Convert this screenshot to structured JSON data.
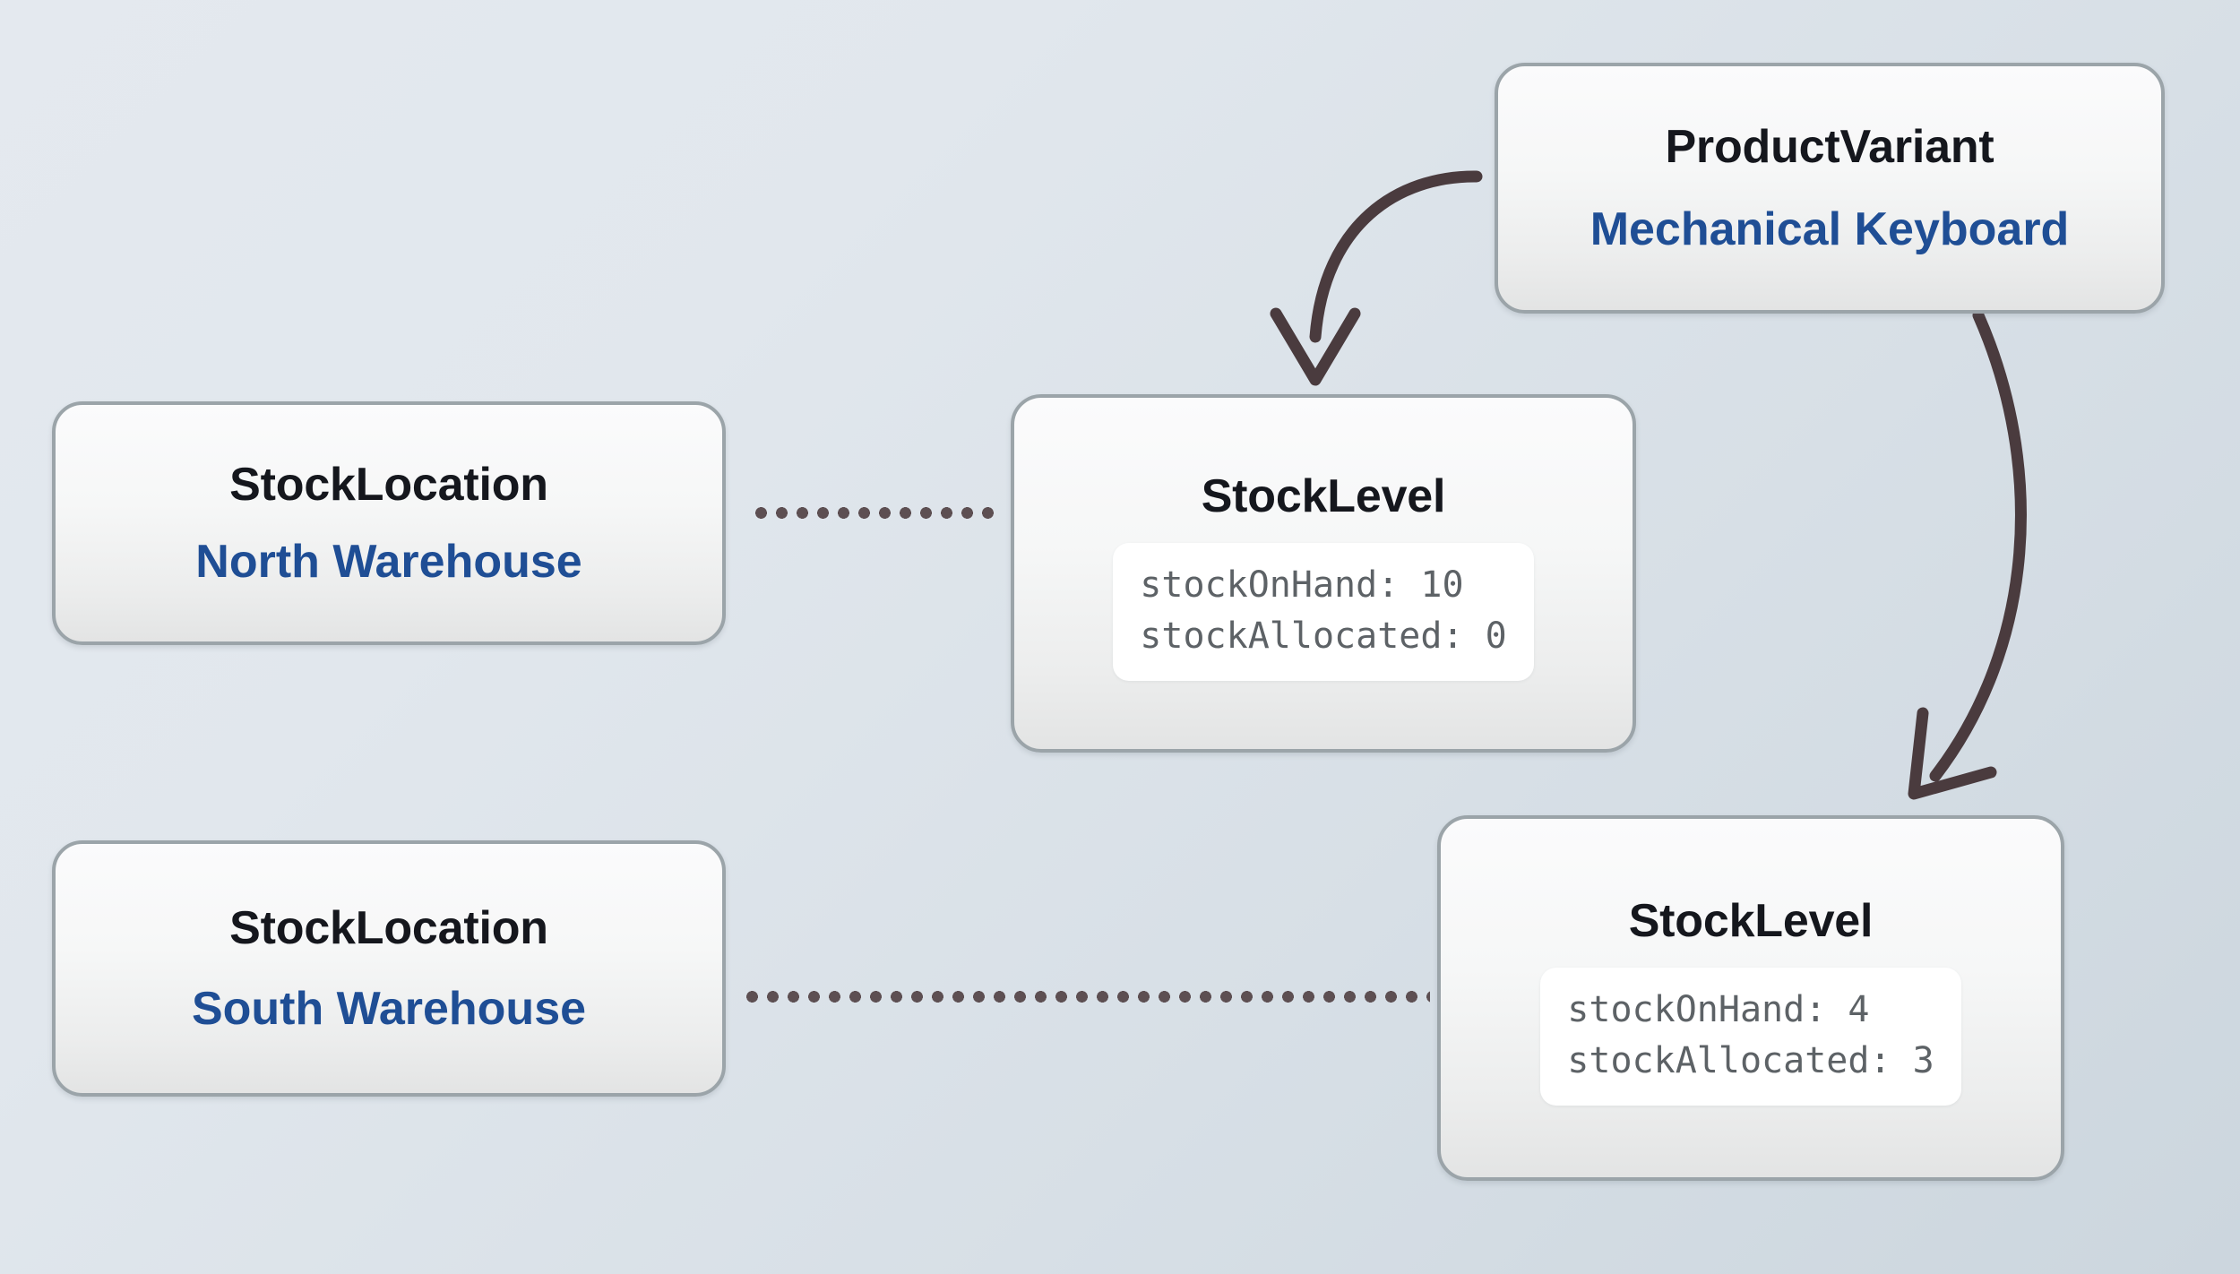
{
  "diagram": {
    "type": "entity-relationship",
    "background_from": "#e4e9ef",
    "background_to": "#ccd6de",
    "node_border_color": "#9ba4a9",
    "title_color": "#15171d",
    "subtitle_color": "#1f4e95",
    "edge_color": "#4a3b3e",
    "prop_text_color": "#5d6266"
  },
  "nodes": {
    "product_variant": {
      "type_label": "ProductVariant",
      "name_label": "Mechanical Keyboard"
    },
    "stock_location_north": {
      "type_label": "StockLocation",
      "name_label": "North Warehouse"
    },
    "stock_location_south": {
      "type_label": "StockLocation",
      "name_label": "South Warehouse"
    },
    "stock_level_north": {
      "type_label": "StockLevel",
      "properties": [
        "stockOnHand: 10",
        "stockAllocated: 0"
      ],
      "stock_on_hand": 10,
      "stock_allocated": 0
    },
    "stock_level_south": {
      "type_label": "StockLevel",
      "properties": [
        "stockOnHand: 4",
        "stockAllocated: 3"
      ],
      "stock_on_hand": 4,
      "stock_allocated": 3
    }
  },
  "edges": [
    {
      "id": "variant-to-level-north",
      "from": "product_variant",
      "to": "stock_level_north",
      "style": "curved-arrow",
      "label": ""
    },
    {
      "id": "variant-to-level-south",
      "from": "product_variant",
      "to": "stock_level_south",
      "style": "curved-arrow",
      "label": ""
    },
    {
      "id": "location-north-to-level-north",
      "from": "stock_location_north",
      "to": "stock_level_north",
      "style": "dotted-line",
      "label": ""
    },
    {
      "id": "location-south-to-level-south",
      "from": "stock_location_south",
      "to": "stock_level_south",
      "style": "dotted-line",
      "label": ""
    }
  ]
}
